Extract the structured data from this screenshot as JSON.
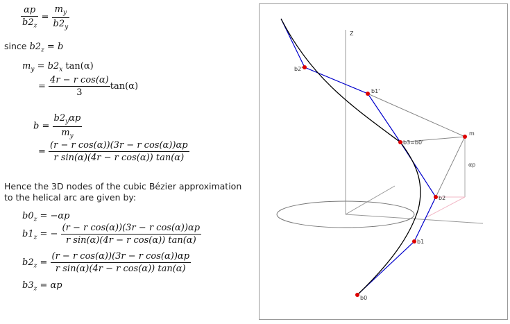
{
  "eq1": {
    "lhs_num": "αp",
    "lhs_den": "b2",
    "lhs_den_sub": "z",
    "rhs_num": "m",
    "rhs_num_sub": "y",
    "rhs_den": "b2",
    "rhs_den_sub": "y"
  },
  "since": {
    "text": "since ",
    "lhs": "b2",
    "lhs_sub": "z",
    "rhs": " = b"
  },
  "my": {
    "lhs": "m",
    "lhs_sub": "y",
    "eq": "=",
    "rhs": "b2",
    "rhs_sub": "x",
    "rhs_tail": " tan(α)",
    "frac_num": "4r − r cos(α)",
    "frac_den": "3",
    "frac_tail": "tan(α)"
  },
  "b": {
    "lhs": "b",
    "eq": "=",
    "f1_num_a": "b2",
    "f1_num_sub": "y",
    "f1_num_b": "αp",
    "f1_den_a": "m",
    "f1_den_sub": "y",
    "f2_num": "(r − r cos(α))(3r − r cos(α))αp",
    "f2_den": "r sin(α)(4r − r cos(α)) tan(α)"
  },
  "hence": {
    "line1": "Hence the 3D nodes of the cubic Bézier approximation",
    "line2": "to the helical arc are given by:"
  },
  "nodes": {
    "b0": {
      "lhs": "b0",
      "sub": "z",
      "rhs": " = −αp"
    },
    "b1": {
      "lhs": "b1",
      "sub": "z",
      "eq": " = −",
      "num": "(r − r cos(α))(3r − r cos(α))αp",
      "den": "r sin(α)(4r − r cos(α)) tan(α)"
    },
    "b2": {
      "lhs": "b2",
      "sub": "z",
      "eq": " = ",
      "num": "(r − r cos(α))(3r − r cos(α))αp",
      "den": "r sin(α)(4r − r cos(α)) tan(α)"
    },
    "b3": {
      "lhs": "b3",
      "sub": "z",
      "rhs": " = αp"
    }
  },
  "diagram": {
    "axis_z": "Z",
    "labels": {
      "b2p": "b2'",
      "b1p": "b1'",
      "b3": "b3=b0'",
      "m": "m",
      "ap": "αp",
      "b2": "b2",
      "b1": "b1",
      "b0": "b0"
    },
    "colors": {
      "curve": "#000000",
      "control": "#0000cc",
      "node": "#dd0000",
      "axis": "#999999",
      "pink": "#f2b8c6"
    }
  }
}
